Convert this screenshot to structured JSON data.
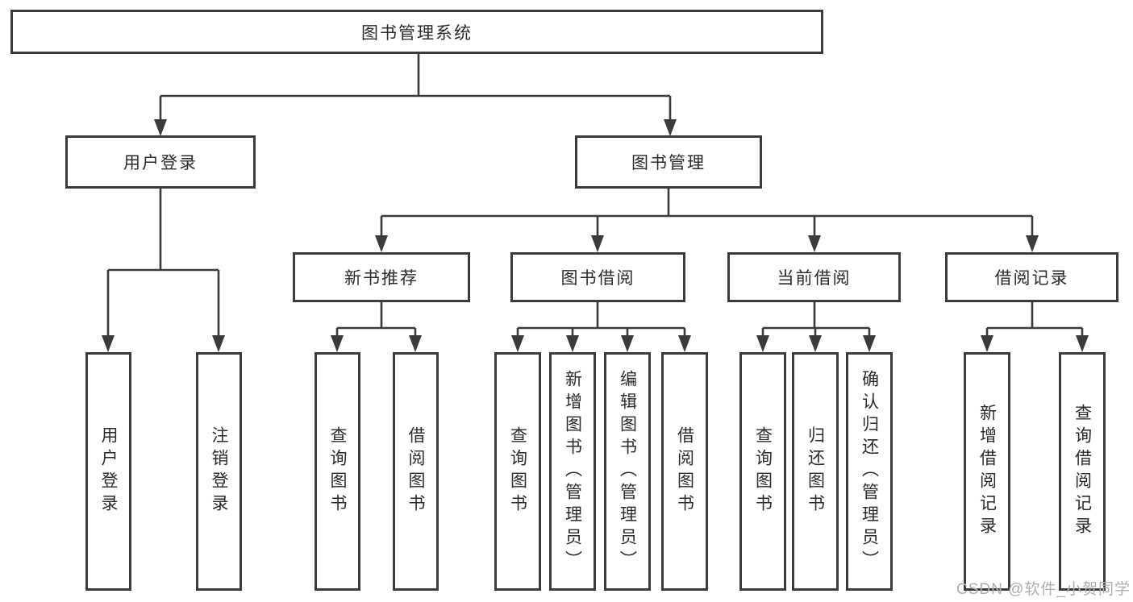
{
  "tree": {
    "label": "图书管理系统",
    "children": [
      {
        "label": "用户登录",
        "children": [
          {
            "label": "用户登录"
          },
          {
            "label": "注销登录"
          }
        ]
      },
      {
        "label": "图书管理",
        "children": [
          {
            "label": "新书推荐",
            "children": [
              {
                "label": "查询图书"
              },
              {
                "label": "借阅图书"
              }
            ]
          },
          {
            "label": "图书借阅",
            "children": [
              {
                "label": "查询图书"
              },
              {
                "label": "新增图书（管理员）"
              },
              {
                "label": "编辑图书（管理员）"
              },
              {
                "label": "借阅图书"
              }
            ]
          },
          {
            "label": "当前借阅",
            "children": [
              {
                "label": "查询图书"
              },
              {
                "label": "归还图书"
              },
              {
                "label": "确认归还（管理员）"
              }
            ]
          },
          {
            "label": "借阅记录",
            "children": [
              {
                "label": "新增借阅记录"
              },
              {
                "label": "查询借阅记录"
              }
            ]
          }
        ]
      }
    ]
  },
  "watermark": "CSDN @软件_小贺同学",
  "colors": {
    "line": "#3b3b3b",
    "text": "#2b2b2b",
    "watermark": "#aeaeae",
    "background": "#ffffff"
  }
}
